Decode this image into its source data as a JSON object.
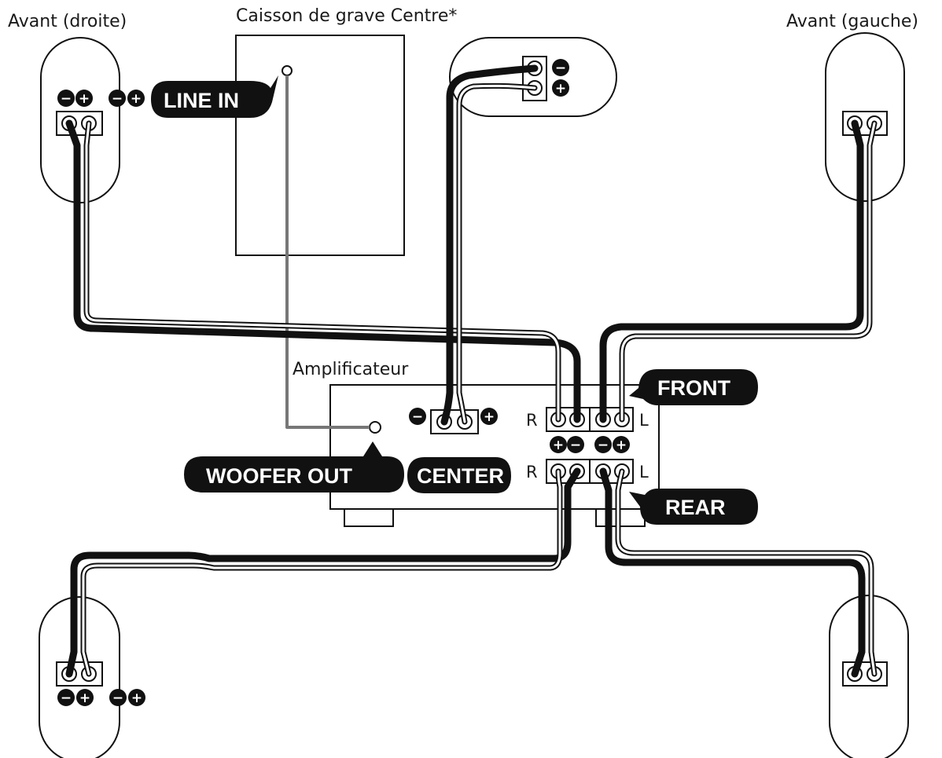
{
  "labels": {
    "front_right": "Avant (droite)",
    "subwoofer_center": "Caisson de grave Centre*",
    "front_left": "Avant (gauche)",
    "amplifier": "Amplificateur",
    "line_in": "LINE IN",
    "woofer_out": "WOOFER OUT",
    "center": "CENTER",
    "front": "FRONT",
    "rear": "REAR",
    "r_top": "R",
    "l_top": "L",
    "r_bottom": "R",
    "l_bottom": "L"
  },
  "signs": {
    "minus": "−",
    "plus": "+"
  },
  "colors": {
    "wire_dark": "#111111",
    "wire_light": "#ffffff",
    "woofer_cable": "#777777",
    "tag_background": "#111111"
  }
}
